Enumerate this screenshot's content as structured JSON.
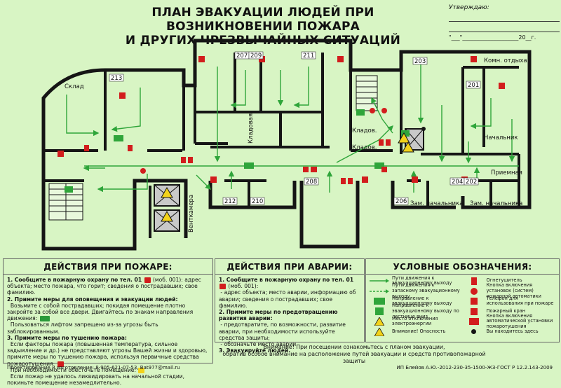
{
  "title": {
    "line1": "ПЛАН ЭВАКУАЦИИ ЛЮДЕЙ ПРИ ВОЗНИКНОВЕНИИ ПОЖАРА",
    "line2": "И ДРУГИХ ЧРЕЗВЫЧАЙНЫХ СИТУАЦИЙ"
  },
  "approval": {
    "label": "Утверждаю:",
    "date_line": "\"___\"____________________20__г."
  },
  "plan": {
    "rooms": {
      "r207": "207",
      "r209": "209",
      "r211": "211",
      "r213": "213",
      "r203": "203",
      "r201": "201",
      "r208": "208",
      "r212": "212",
      "r210": "210",
      "r206": "206",
      "r204": "204",
      "r202": "202"
    },
    "labels": {
      "sklad": "Склад",
      "kladovaya": "Кладовая",
      "klad1": "Кладов.",
      "klad2": "Кладов.",
      "komn_otdyha": "Комн. отдыха",
      "nachalnik": "Начальник",
      "priemnaya": "Приемная",
      "zam1": "Зам. начальника",
      "zam2": "Зам. начальника",
      "ventkamera": "Венткамера"
    }
  },
  "fire_actions": {
    "heading": "ДЕЙСТВИЯ ПРИ ПОЖАРЕ:",
    "s1_head": "1. Сообщите в пожарную охрану по тел. 01",
    "s1_text": "(моб. 001): адрес объекта; место пожара, что горит; сведения о пострадавших; свое фамилию.",
    "s2_head": "2. Примите меры для оповещения и эвакуации людей:",
    "s2_text": "Возьмите с собой пострадавших; покидая помещение плотно закройте за собой все двери. Двигайтесь по знакам направления движения:",
    "s2_text2": "Пользоваться лифтом запрещено из-за угрозы быть заблокированным.",
    "s3_head": "3. Примите меры по тушению пожара:",
    "s3_text": "Если факторы пожара (повышенная температура, сильное задымление и др.) не представляют угрозы Вашей жизни и здоровью, примите меры по тушению пожара, используя первичные средства пожаротушения:",
    "s3_text2": "При необходимости обесточьте помещение:",
    "s3_text3": "Если пожар не удалось ликвидировать на начальной стадии, покиньте помещение незамедлительно."
  },
  "emergency_actions": {
    "heading": "ДЕЙСТВИЯ ПРИ АВАРИИ:",
    "s1_head": "1. Сообщите в пожарную охрану по тел. 01",
    "s1_text": "(моб. 001):",
    "s1_text2": "- адрес объекта; место аварии, информацию об аварии; сведения о пострадавших; свое фамилию.",
    "s2_head": "2. Примите меры по предотвращению развития аварии:",
    "s2_text": "- предотвратите, по возможности, развитие аварии, при необходимости используйте средства защиты;",
    "s2_text2": "- обозначьте место аварии.",
    "s3_head": "3. Эвакуируйте людей."
  },
  "legend": {
    "heading": "УСЛОВНЫЕ ОБОЗНАЧЕНИЯ:",
    "items": [
      "Пути движения к эвакуационному выходу",
      "Огнетушитель",
      "Пути движения к запасному эвакуационному выходу",
      "Кнопка включения установок (систем) пожарной автоматики",
      "Направление к эвакуационному выходу",
      "Телефон для использования при пожаре",
      "Направление к эвакуационному выходу по лестнице вниз",
      "Пожарный кран",
      "Место отключения электроэнергии",
      "Кнопка включения автоматической установки пожаротушения",
      "Внимание! Опасность",
      "Вы находитесь здесь"
    ]
  },
  "attention": {
    "line1": "Внимание! При посещении ознакомьтесь с планом эвакуации,",
    "line2": "обратив особое внимание на расположение путей эвакуации и средств противопожарной защиты"
  },
  "footer": {
    "left": "Проектирование и изготовление: 8-905-621-07-53, Bat977@mail.ru",
    "right": "ИП Блейов А.Ю.-2012-230-35-1500-ЖЗ-ГОСТ Р 12.2.143-2009"
  },
  "colors": {
    "background": "#d8f5c4",
    "wall": "#151515",
    "route": "#2fa53a",
    "alarm": "#d21d1d",
    "warning": "#f2d21a"
  }
}
